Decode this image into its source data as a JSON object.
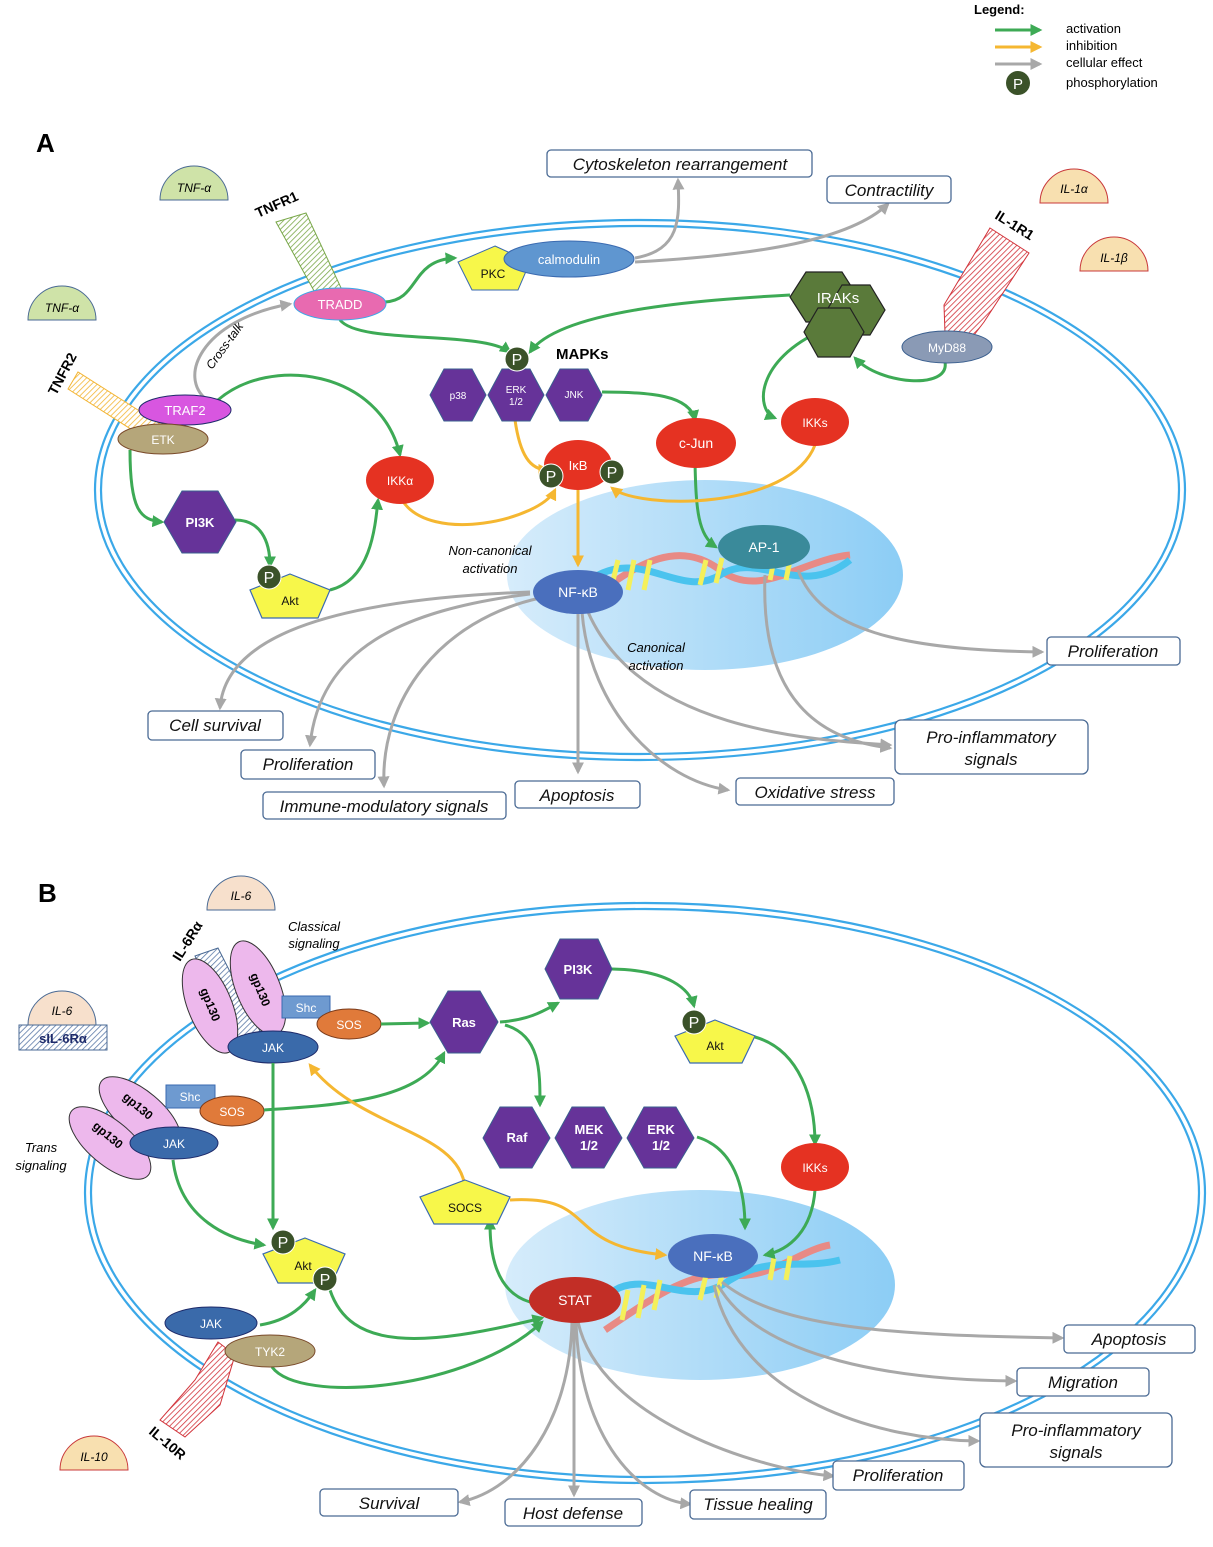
{
  "legend": {
    "title": "Legend:",
    "items": [
      {
        "type": "activation",
        "label": "activation",
        "color": "#3daa55"
      },
      {
        "type": "inhibition",
        "label": "inhibition",
        "color": "#f5b731"
      },
      {
        "type": "cellular-effect",
        "label": "cellular effect",
        "color": "#a8a8a8"
      },
      {
        "type": "phosphorylation",
        "label": "phosphorylation",
        "symbol": "P",
        "color": "#3b5229"
      }
    ]
  },
  "colors": {
    "membrane": "#3ba8e8",
    "activation": "#3daa55",
    "inhibition": "#f5b731",
    "cellular_effect": "#a8a8a8",
    "kinase_purple": "#663399",
    "red_node": "#e53222",
    "nfkb_blue": "#4a6fbd",
    "nucleus_blue": "#a9d8f7",
    "tnf_green": "#cfe3a8",
    "il_beige": "#f8e0b0"
  },
  "panelA": {
    "letter": "A",
    "ligands": [
      "TNF-α",
      "TNF-α",
      "IL-1α",
      "IL-1β"
    ],
    "receptors": {
      "tnfr1": "TNFR1",
      "tnfr2": "TNFR2",
      "il1r1": "IL-1R1"
    },
    "nodes": {
      "tradd": "TRADD",
      "traf2": "TRAF2",
      "etk": "ETK",
      "pkc": "PKC",
      "calmodulin": "calmodulin",
      "irak": "IRAKs",
      "myd88": "MyD88",
      "mapks_title": "MAPKs",
      "p38": "p38",
      "erk": [
        "ERK",
        "1/2"
      ],
      "jnk": "JNK",
      "ikka": "IKKα",
      "ikb": "IκB",
      "cjun": "c-Jun",
      "ikks": "IKKs",
      "pi3k": "PI3K",
      "akt": "Akt",
      "nfkb": "NF-κB",
      "ap1": "AP-1",
      "p": "P"
    },
    "annotations": {
      "crosstalk": "Cross-talk",
      "noncanonical": [
        "Non-canonical",
        "activation"
      ],
      "canonical": [
        "Canonical",
        "activation"
      ]
    },
    "effects": {
      "cytoskeleton": "Cytoskeleton rearrangement",
      "contractility": "Contractility",
      "proliferation_right": "Proliferation",
      "cell_survival": "Cell survival",
      "proliferation_left": "Proliferation",
      "immune": "Immune-modulatory signals",
      "apoptosis": "Apoptosis",
      "oxidative": "Oxidative stress",
      "proinflammatory": [
        "Pro-inflammatory",
        "signals"
      ]
    }
  },
  "panelB": {
    "letter": "B",
    "ligands": [
      "IL-6",
      "IL-6",
      "IL-10"
    ],
    "receptors": {
      "il6ra": "IL-6Rα",
      "sil6ra": "sIL-6Rα",
      "il10r": "IL-10R"
    },
    "nodes": {
      "gp130": "gp130",
      "shc": "Shc",
      "sos": "SOS",
      "jak": "JAK",
      "ras": "Ras",
      "pi3k": "PI3K",
      "akt": "Akt",
      "raf": "Raf",
      "mek": [
        "MEK",
        "1/2"
      ],
      "erk": [
        "ERK",
        "1/2"
      ],
      "ikks": "IKKs",
      "socs": "SOCS",
      "stat": "STAT",
      "nfkb": "NF-κB",
      "tyk2": "TYK2",
      "p": "P"
    },
    "annotations": {
      "classical": [
        "Classical",
        "signaling"
      ],
      "trans": [
        "Trans",
        "signaling"
      ]
    },
    "effects": {
      "apoptosis": "Apoptosis",
      "migration": "Migration",
      "proinflammatory": [
        "Pro-inflammatory",
        "signals"
      ],
      "proliferation": "Proliferation",
      "survival": "Survival",
      "host_defense": "Host defense",
      "tissue_healing": "Tissue healing"
    }
  }
}
